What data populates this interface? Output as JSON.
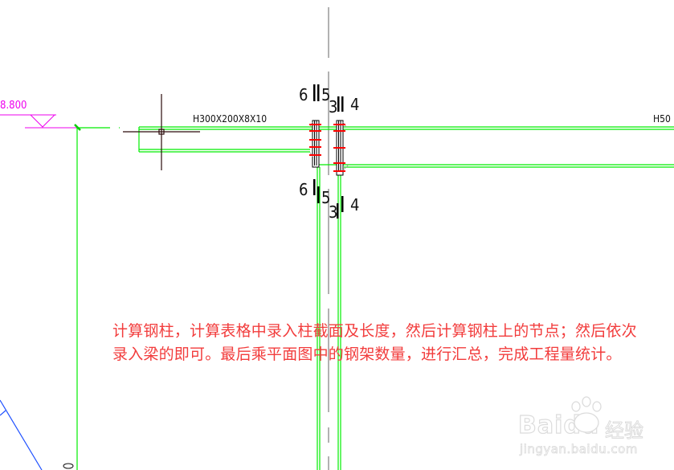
{
  "drawing": {
    "elevation_label": "8.800",
    "beam_label_left": "H300X200X8X10",
    "beam_label_right": "H50",
    "bolt_marks_top": {
      "left_num": "6",
      "mid_num": "5",
      "low_num": "3",
      "right_num": "4"
    },
    "bolt_marks_bottom": {
      "left_num": "6",
      "mid_num": "5",
      "low_num": "3",
      "right_num": "4"
    },
    "colors": {
      "beam_line": "#00ee00",
      "elevation": "#ee00ee",
      "axis": "#888888",
      "bolt": "#ff0000",
      "crosshair": "#2a0a0a",
      "diagonal": "#1e50ff"
    }
  },
  "annotation": {
    "line1": "计算钢柱，计算表格中录入柱截面及长度，然后计算钢柱上的节点；然后依次",
    "line2": "录入梁的即可。最后乘平面图中的钢架数量，进行汇总，完成工程量统计。",
    "color": "#f23c3c"
  },
  "watermark": {
    "brand": "Baidu",
    "brand_cn": "经验",
    "url": "jingyan.baidu.com"
  }
}
